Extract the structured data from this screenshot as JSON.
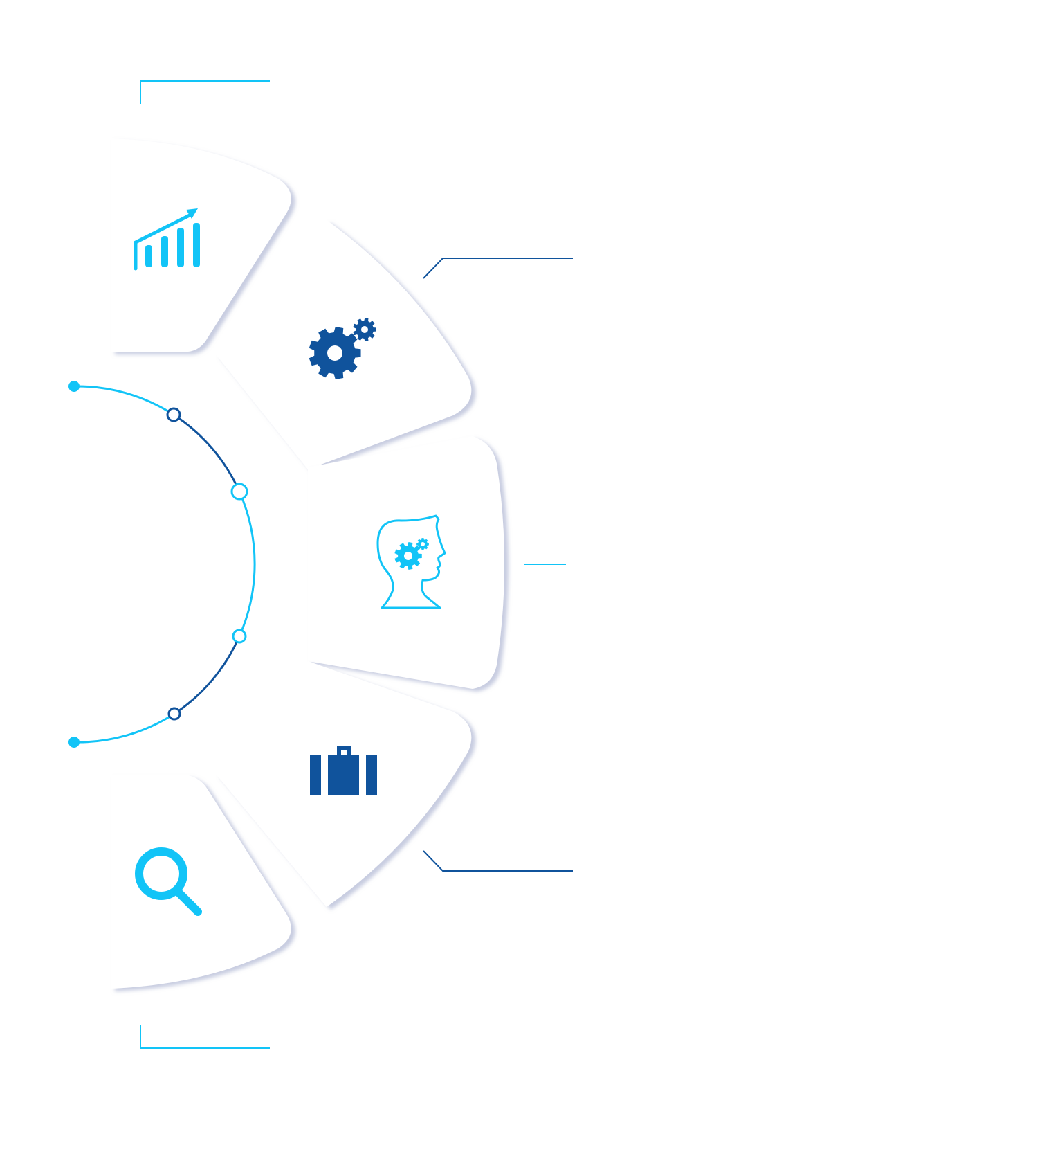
{
  "colors": {
    "accent_light": "#12c4f7",
    "accent_dark": "#10539c",
    "segment_fill": "#ffffff",
    "segment_shadow": "#9aa3c7",
    "background": "#ffffff"
  },
  "segments": [
    {
      "icon": "bar-chart-growth-icon",
      "color": "#12c4f7"
    },
    {
      "icon": "gears-icon",
      "color": "#10539c"
    },
    {
      "icon": "head-with-gears-icon",
      "color": "#12c4f7"
    },
    {
      "icon": "briefcase-icon",
      "color": "#10539c"
    },
    {
      "icon": "magnifier-icon",
      "color": "#12c4f7"
    }
  ],
  "connector_lines": [
    {
      "segment": 1,
      "color": "#12c4f7"
    },
    {
      "segment": 2,
      "color": "#10539c"
    },
    {
      "segment": 3,
      "color": "#12c4f7"
    },
    {
      "segment": 4,
      "color": "#10539c"
    },
    {
      "segment": 5,
      "color": "#12c4f7"
    }
  ]
}
